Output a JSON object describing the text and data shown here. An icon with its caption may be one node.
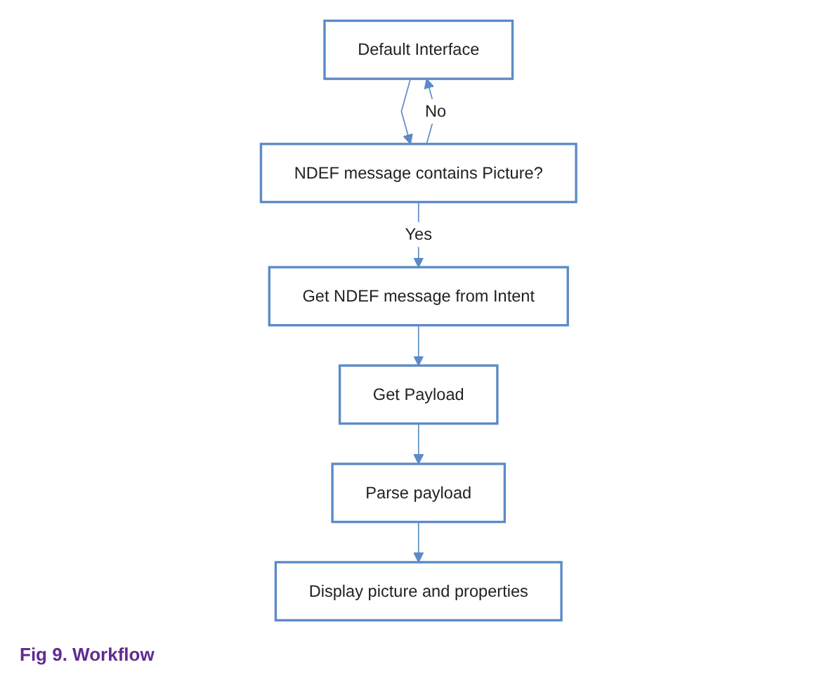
{
  "diagram": {
    "caption": "Fig 9. Workflow",
    "nodes": [
      {
        "text": [
          "Default Interface"
        ]
      },
      {
        "text": [
          "NDEF message contains Picture?"
        ]
      },
      {
        "text": [
          "Get NDEF message from Intent"
        ]
      },
      {
        "text": [
          "Get Payload"
        ]
      },
      {
        "text": [
          "Parse payload"
        ]
      },
      {
        "text": [
          "Display picture and properties"
        ]
      }
    ],
    "edges": [
      {
        "from": 0,
        "to": 1,
        "arrow": "to"
      },
      {
        "from": 1,
        "to": 0,
        "arrow": "to",
        "label": "No"
      },
      {
        "from": 1,
        "to": 2,
        "arrow": "to",
        "label": "Yes"
      },
      {
        "from": 2,
        "to": 3,
        "arrow": "to"
      },
      {
        "from": 3,
        "to": 4,
        "arrow": "to"
      },
      {
        "from": 4,
        "to": 5,
        "arrow": "to"
      }
    ]
  }
}
